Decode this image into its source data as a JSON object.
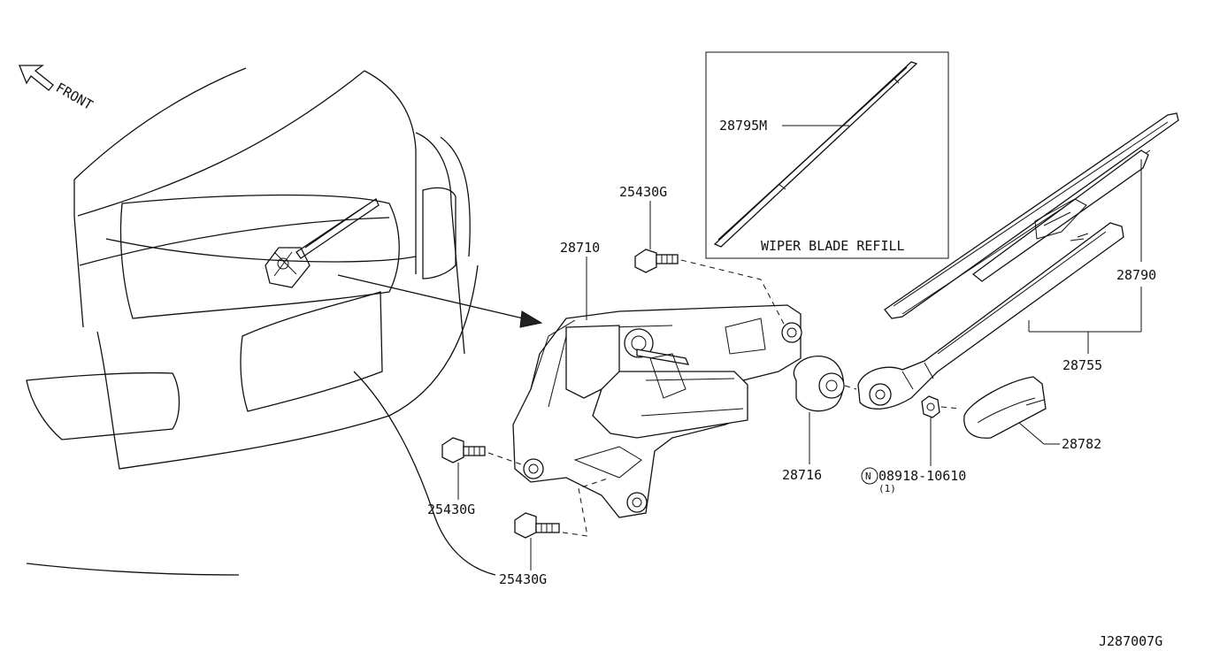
{
  "diagram": {
    "direction_label": "FRONT",
    "figure_code": "J287007G",
    "inset": {
      "caption": "WIPER BLADE REFILL",
      "part": "28795M"
    },
    "parts": {
      "motor": "28710",
      "bolt_top": "25430G",
      "bolt_left": "25430G",
      "bolt_bottom": "25430G",
      "seal": "28716",
      "nut_circle": "N",
      "nut": "08918-10610",
      "nut_qty": "(1)",
      "blade": "28790",
      "arm": "28755",
      "cap": "28782"
    }
  }
}
